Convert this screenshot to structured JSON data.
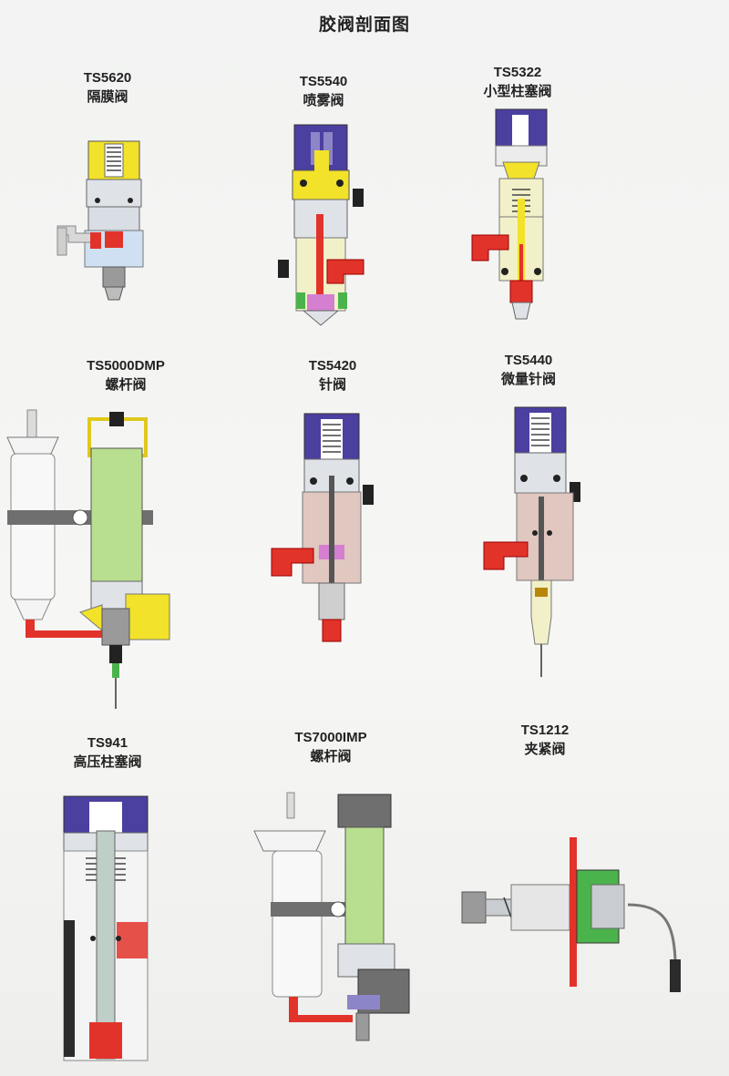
{
  "page": {
    "title": "胶阀剖面图"
  },
  "valves": [
    {
      "model": "TS5620",
      "name": "隔膜阀"
    },
    {
      "model": "TS5540",
      "name": "喷雾阀"
    },
    {
      "model": "TS5322",
      "name": "小型柱塞阀"
    },
    {
      "model": "TS5000DMP",
      "name": "螺杆阀"
    },
    {
      "model": "TS5420",
      "name": "针阀"
    },
    {
      "model": "TS5440",
      "name": "微量针阀"
    },
    {
      "model": "TS941",
      "name": "高压柱塞阀"
    },
    {
      "model": "TS7000IMP",
      "name": "螺杆阀"
    },
    {
      "model": "TS1212",
      "name": "夹紧阀"
    }
  ],
  "colors": {
    "yellow": "#f2e22a",
    "purple": "#4b3fa0",
    "red": "#e2332a",
    "green": "#b8de8f",
    "pink": "#e0c7c0",
    "cream": "#f1f0c8",
    "gray": "#9a9a9a",
    "dark": "#2b2b2b",
    "steel": "#c9ccd0"
  }
}
